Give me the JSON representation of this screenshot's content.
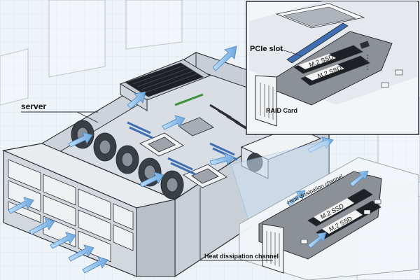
{
  "labels": {
    "server": "server",
    "pcie_slot": "PCIe slot",
    "raid_card": "RAID Card",
    "ssd_top_1": "M.2 SSD",
    "ssd_top_2": "M.2 SSD",
    "heat_channel_card": "Heat dissipation channel",
    "ssd_bottom_1": "M.2 SSD",
    "ssd_bottom_2": "M.2 SSD",
    "heat_channel_bottom": "Heat dissipation channel"
  },
  "colors": {
    "background": "#eef3f8",
    "grid": "#d6e1ec",
    "chassis": "#e4e8ec",
    "outline": "#2b2f35",
    "pcb": "#8c9097",
    "airflow": "#7fb6e8",
    "slot_blue": "#3f6fb2",
    "ssd_label_bg": "#f4f4f4"
  },
  "icons": [
    "airflow-arrow-icon",
    "fan-icon",
    "cpu-heatsink-icon",
    "drive-bay-icon",
    "power-supply-icon"
  ]
}
